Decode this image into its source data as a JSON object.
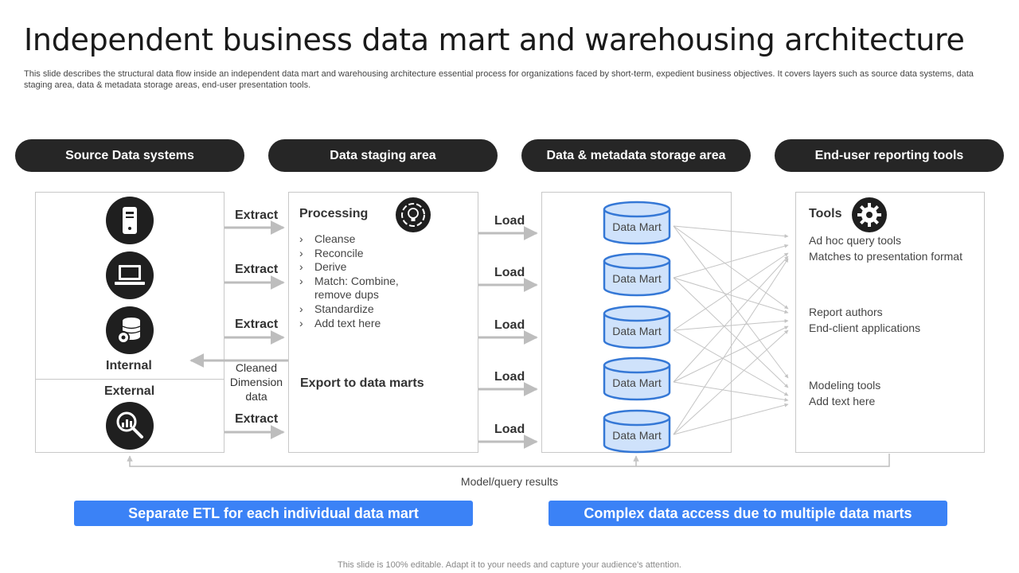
{
  "title": "Independent business data mart and warehousing architecture",
  "description": "This slide describes the structural data flow inside an independent data mart and warehousing architecture essential process for organizations faced by short-term, expedient business objectives. It covers layers such as source data systems, data staging area, data & metadata storage areas, end-user presentation tools.",
  "headers": [
    "Source Data systems",
    "Data staging area",
    "Data & metadata storage area",
    "End-user reporting tools"
  ],
  "source": {
    "internal_label": "Internal",
    "external_label": "External",
    "icons": [
      "server-tower-icon",
      "laptop-icon",
      "database-gear-icon",
      "magnifier-chart-icon"
    ]
  },
  "extract_labels": [
    "Extract",
    "Extract",
    "Extract",
    "Extract"
  ],
  "cleaned_label": "Cleaned Dimension data",
  "staging": {
    "title": "Processing",
    "icon": "lightbulb-gear-icon",
    "items": [
      "Cleanse",
      "Reconcile",
      "Derive",
      "Match: Combine, remove dups",
      "Standardize",
      "Add text here"
    ],
    "export_label": "Export to data marts"
  },
  "load_labels": [
    "Load",
    "Load",
    "Load",
    "Load",
    "Load"
  ],
  "data_marts": [
    "Data Mart",
    "Data Mart",
    "Data Mart",
    "Data Mart",
    "Data Mart"
  ],
  "tools": {
    "title": "Tools",
    "icon": "gear-icon",
    "groups": [
      [
        "Ad hoc query tools",
        "Matches to presentation format"
      ],
      [
        "Report authors",
        "End-client applications"
      ],
      [
        "Modeling tools",
        "Add text here"
      ]
    ]
  },
  "model_query_label": "Model/query results",
  "callouts": [
    "Separate ETL for each individual data mart",
    "Complex data access due to multiple data marts"
  ],
  "footer": "This slide is 100% editable. Adapt it to your needs and capture your audience's attention.",
  "colors": {
    "pill_bg": "#262626",
    "accent_blue": "#3b82f6",
    "cylinder_fill": "#cfe2fb",
    "cylinder_stroke": "#3578d6",
    "arrow_gray": "#bdbdbd"
  }
}
